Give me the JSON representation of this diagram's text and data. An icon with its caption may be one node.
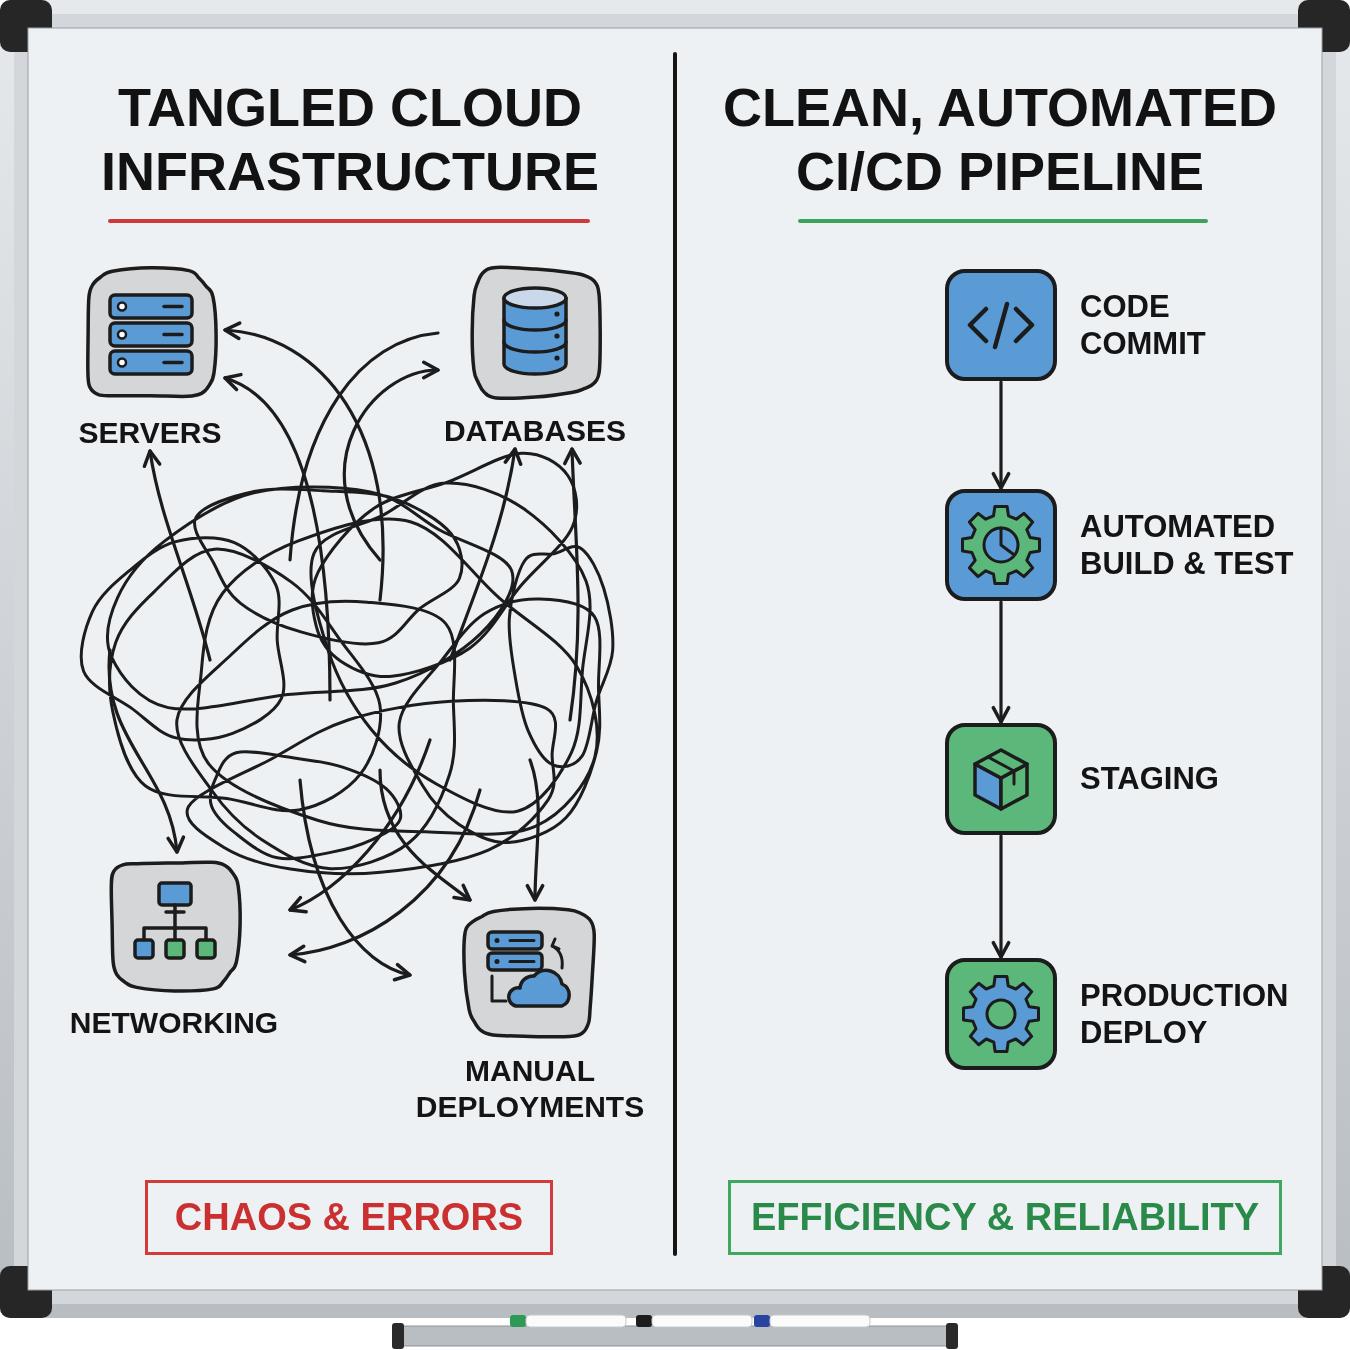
{
  "diagram": {
    "nodes": [
      {
        "text": [
          "SERVERS"
        ]
      },
      {
        "text": [
          "DATABASES"
        ]
      },
      {
        "text": [
          "NETWORKING"
        ]
      },
      {
        "text": [
          "MANUAL DEPLOYMENTS"
        ]
      },
      {
        "text": [
          "CHAOS & ERRORS"
        ]
      },
      {
        "text": [
          "CODE COMMIT"
        ]
      },
      {
        "text": [
          "AUTOMATED BUILD & TEST"
        ]
      },
      {
        "text": [
          "STAGING"
        ]
      },
      {
        "text": [
          "PRODUCTION DEPLOY"
        ]
      },
      {
        "text": [
          "EFFICIENCY & RELIABILITY"
        ]
      }
    ],
    "edges": [
      {
        "from": null,
        "to": 0,
        "arrow": "to"
      },
      {
        "from": null,
        "to": 0,
        "arrow": "to"
      },
      {
        "from": null,
        "to": 0,
        "arrow": "to"
      },
      {
        "from": 1,
        "to": null,
        "arrow": "none"
      },
      {
        "from": null,
        "to": 1,
        "arrow": "to"
      },
      {
        "from": null,
        "to": 1,
        "arrow": "to"
      },
      {
        "from": null,
        "to": 1,
        "arrow": "to"
      },
      {
        "from": null,
        "to": 2,
        "arrow": "to"
      },
      {
        "from": null,
        "to": 2,
        "arrow": "to"
      },
      {
        "from": null,
        "to": 2,
        "arrow": "to"
      },
      {
        "from": null,
        "to": 3,
        "arrow": "to"
      },
      {
        "from": null,
        "to": 3,
        "arrow": "to"
      },
      {
        "from": null,
        "to": 3,
        "arrow": "to"
      },
      {
        "from": 5,
        "to": 6,
        "arrow": "to"
      },
      {
        "from": 6,
        "to": 7,
        "arrow": "to"
      },
      {
        "from": 7,
        "to": 8,
        "arrow": "to"
      }
    ],
    "labels": [
      "TANGLED CLOUD INFRASTRUCTURE",
      "CLEAN, AUTOMATED CI/CD PIPELINE"
    ]
  }
}
